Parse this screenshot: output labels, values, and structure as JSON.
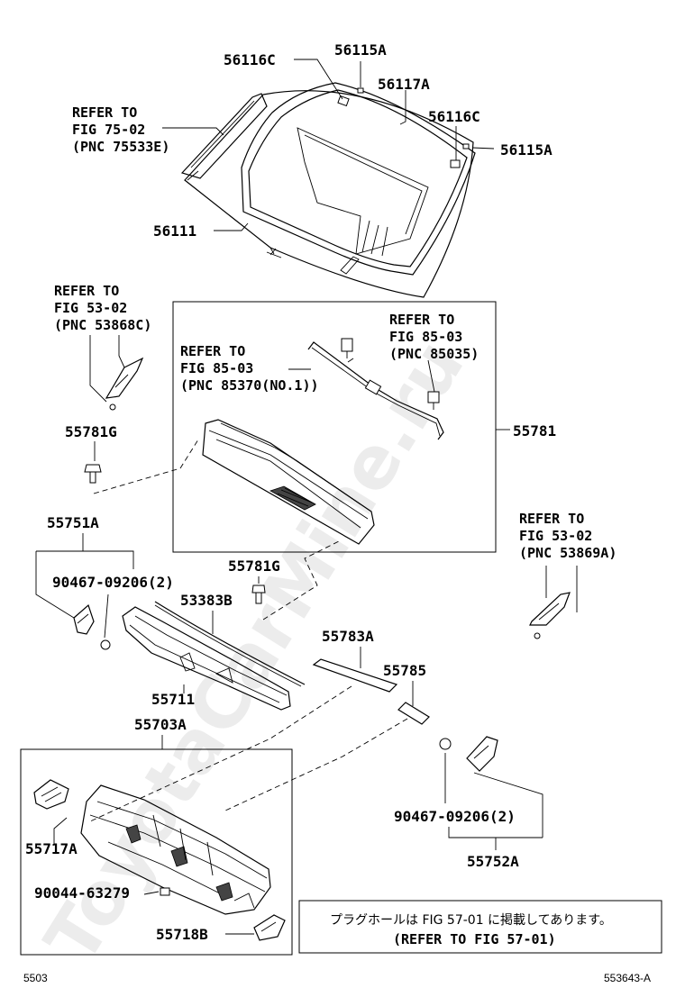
{
  "watermark": "ToyotaCarMine.ru",
  "labels": {
    "p56116C_top": "56116C",
    "p56115A_top": "56115A",
    "p56117A": "56117A",
    "p56116C_right": "56116C",
    "p56115A_right": "56115A",
    "p56111": "56111",
    "p55781G_left": "55781G",
    "p55781": "55781",
    "p55751A": "55751A",
    "p90467_left": "90467-09206(2)",
    "p55781G_mid": "55781G",
    "p53383B": "53383B",
    "p55783A": "55783A",
    "p55785": "55785",
    "p55711": "55711",
    "p55703A": "55703A",
    "p90467_right": "90467-09206(2)",
    "p55752A": "55752A",
    "p55717A": "55717A",
    "p90044": "90044-63279",
    "p55718B": "55718B"
  },
  "refers": {
    "r1": [
      "REFER TO",
      "FIG 75-02",
      "(PNC 75533E)"
    ],
    "r2": [
      "REFER TO",
      "FIG 53-02",
      "(PNC 53868C)"
    ],
    "r3": [
      "REFER TO",
      "FIG 85-03",
      "(PNC 85035)"
    ],
    "r4": [
      "REFER TO",
      "FIG 85-03",
      "(PNC 85370(NO.1))"
    ],
    "r5": [
      "REFER TO",
      "FIG 53-02",
      "(PNC 53869A)"
    ]
  },
  "note": {
    "line1": "プラグホールは FIG 57-01 に掲載してあります。",
    "line2": "(REFER TO FIG 57-01)"
  },
  "footer": {
    "left": "5503",
    "right": "553643-A"
  }
}
